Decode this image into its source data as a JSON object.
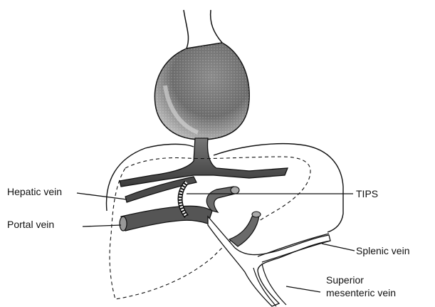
{
  "labels": {
    "hepatic_vein": "Hepatic vein",
    "portal_vein": "Portal vein",
    "tips": "TIPS",
    "splenic_vein": "Splenic vein",
    "superior_mesenteric_line1": "Superior",
    "superior_mesenteric_line2": "mesenteric vein"
  },
  "colors": {
    "ink": "#111111",
    "vessel_dark": "#3a3a3a",
    "vessel_mid": "#6a6a6a"
  }
}
